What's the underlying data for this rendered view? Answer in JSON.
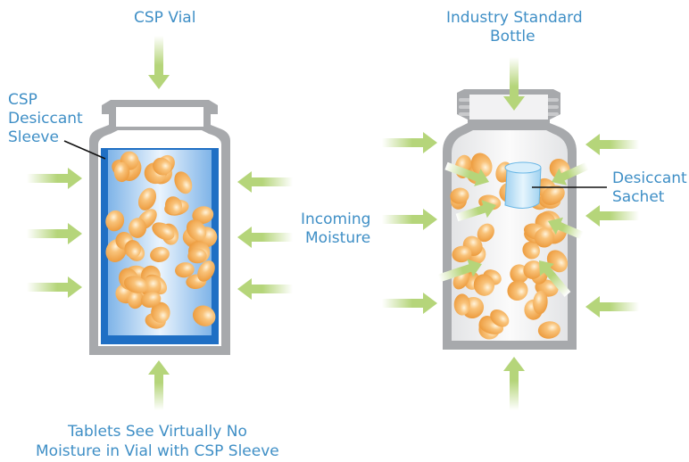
{
  "labels": {
    "csp_vial": "CSP Vial",
    "industry_bottle_line1": "Industry Standard",
    "industry_bottle_line2": "Bottle",
    "csp_sleeve_line1": "CSP",
    "csp_sleeve_line2": "Desiccant",
    "csp_sleeve_line3": "Sleeve",
    "desiccant_sachet_line1": "Desiccant",
    "desiccant_sachet_line2": "Sachet",
    "incoming_moisture_line1": "Incoming",
    "incoming_moisture_line2": "Moisture",
    "caption_line1": "Tablets See Virtually No",
    "caption_line2": "Moisture in Vial with CSP Sleeve"
  },
  "colors": {
    "label_text": "#3f8fc6",
    "container_gray": "#a7a9ac",
    "sleeve_blue": "#1f6fc4",
    "moisture_arrow": "#b5d57a",
    "tablet_orange": "#f2a44a",
    "sachet_blue": "#bfe3f7"
  }
}
